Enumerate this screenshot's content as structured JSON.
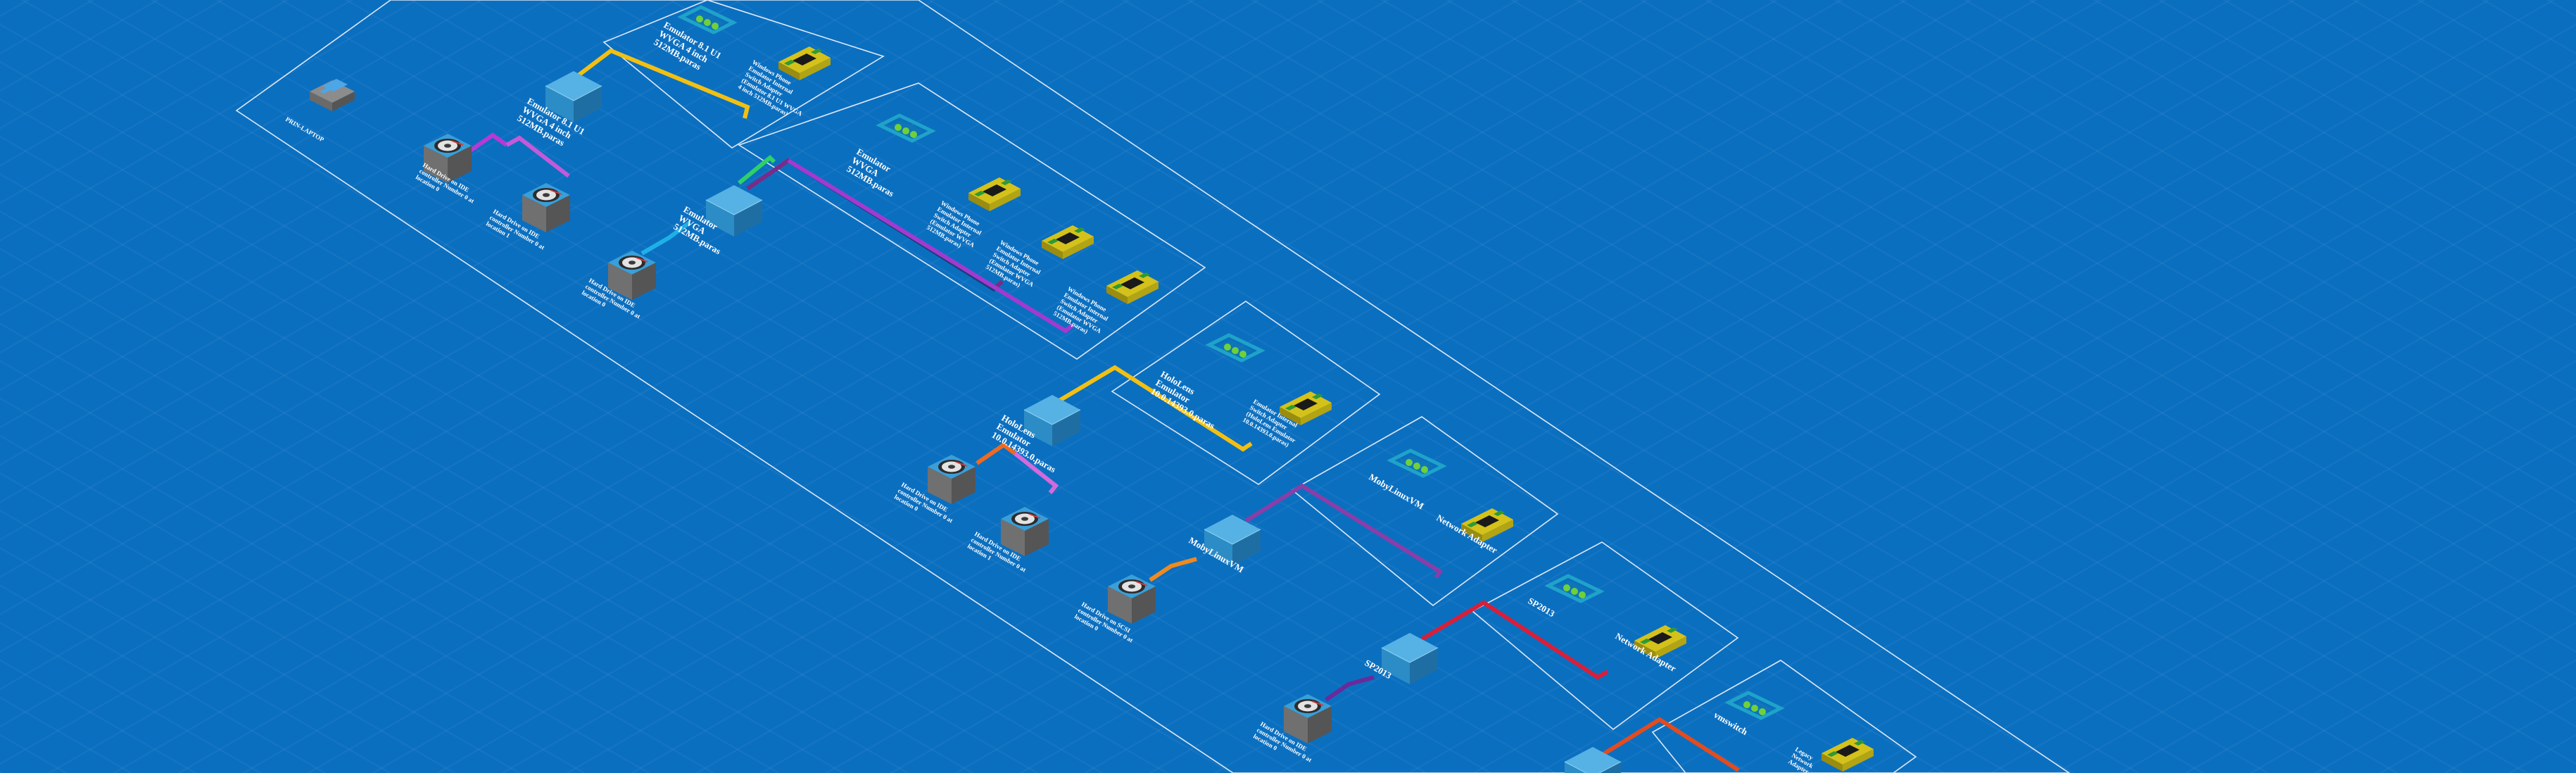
{
  "colors": {
    "background": "#0b6fc0",
    "server_top": "#56b2e4",
    "server_left": "#2c8cc6",
    "server_right": "#1f6ea3",
    "disk_body": "#6b6b6b",
    "disk_top": "#3a9fd8",
    "card_face": "#d4c21a",
    "card_chip": "#2e9a34",
    "switch_accent": "#1fa3c9",
    "frame_line": "#dfe9f5"
  },
  "host": {
    "name": "PRIN-LAPTOP"
  },
  "vms": [
    {
      "name": "Emulator 8.1 U1 WVGA 4 inch 512MB.paras",
      "disks": [
        {
          "name": "Hard Drive on IDE",
          "detail": "controller Number 0 at",
          "location": "location 0"
        },
        {
          "name": "Hard Drive on IDE",
          "detail": "controller Number 0 at",
          "location": "location 1"
        }
      ],
      "switches": [
        {
          "name": "Emulator 8.1 U1 WVGA 4 inch 512MB.paras"
        }
      ],
      "adapters": [
        {
          "name": "Windows Phone Emulator Internal Switch Adapter",
          "detail": "(Emulator 8.1 U1 WVGA 4 inch 512MB.paras)"
        }
      ]
    },
    {
      "name": "Emulator WVGA 512MB.paras",
      "disks": [
        {
          "name": "Hard Drive on IDE",
          "detail": "controller Number 0 at",
          "location": "location 0"
        }
      ],
      "switches": [
        {
          "name": "Emulator WVGA 512MB.paras"
        }
      ],
      "adapters": [
        {
          "name": "Windows Phone Emulator Internal Switch Adapter",
          "detail": "(Emulator WVGA 512MB.paras)"
        },
        {
          "name": "Windows Phone Emulator Internal Switch Adapter",
          "detail": "(Emulator WVGA 512MB.paras)"
        },
        {
          "name": "Windows Phone Emulator Internal Switch Adapter",
          "detail": "(Emulator WVGA 512MB.paras)"
        }
      ]
    },
    {
      "name": "HoloLens Emulator 10.0.14393.0.paras",
      "disks": [
        {
          "name": "Hard Drive on IDE",
          "detail": "controller Number 0 at",
          "location": "location 0"
        },
        {
          "name": "Hard Drive on IDE",
          "detail": "controller Number 0 at",
          "location": "location 1"
        }
      ],
      "switches": [
        {
          "name": "HoloLens Emulator 10.0.14393.0.paras"
        }
      ],
      "adapters": [
        {
          "name": "Emulator Internal Switch Adapter",
          "detail": "(HoloLens Emulator 10.0.14393.0.paras)"
        }
      ]
    },
    {
      "name": "MobyLinuxVM",
      "disks": [
        {
          "name": "Hard Drive on SCSI",
          "detail": "controller Number 0 at",
          "location": "location 0"
        }
      ],
      "switches": [
        {
          "name": "MobyLinuxVM"
        }
      ],
      "adapters": [
        {
          "name": "Network Adapter",
          "detail": ""
        }
      ]
    },
    {
      "name": "SP2013",
      "disks": [
        {
          "name": "Hard Drive on IDE",
          "detail": "controller Number 0 at",
          "location": "location 0"
        }
      ],
      "switches": [
        {
          "name": "SP2013"
        }
      ],
      "adapters": [
        {
          "name": "Network Adapter",
          "detail": ""
        }
      ]
    },
    {
      "name": "",
      "disks": [],
      "switches": [
        {
          "name": "vmswitch"
        }
      ],
      "adapters": [
        {
          "name": "Legacy Network Adapter",
          "detail": ""
        }
      ]
    }
  ]
}
